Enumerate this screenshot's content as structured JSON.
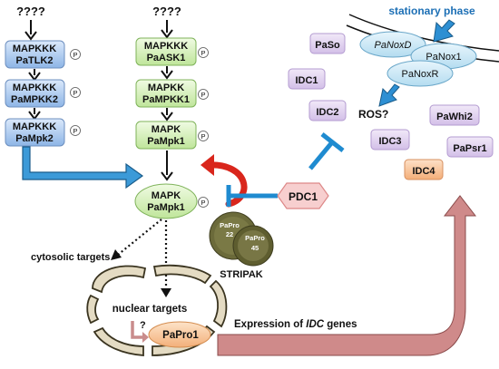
{
  "left_path": {
    "top": "????",
    "n1": {
      "l1": "MAPKKK",
      "l2": "PaTLK2"
    },
    "n2": {
      "l1": "MAPKKK",
      "l2": "PaMPKK2"
    },
    "n3": {
      "l1": "MAPKKK",
      "l2": "PaMpk2"
    }
  },
  "mid_path": {
    "top": "????",
    "n1": {
      "l1": "MAPKKK",
      "l2": "PaASK1"
    },
    "n2": {
      "l1": "MAPKK",
      "l2": "PaMPKK1"
    },
    "n3": {
      "l1": "MAPK",
      "l2": "PaMpk1"
    }
  },
  "center_node": {
    "l1": "MAPK",
    "l2": "PaMpk1"
  },
  "phospho": "P",
  "stripak": {
    "label": "STRIPAK",
    "sub1": {
      "l1": "PaPro",
      "l2": "22"
    },
    "sub2": {
      "l1": "PaPro",
      "l2": "45"
    }
  },
  "cytosolic_targets": "cytosolic targets",
  "nuclear_targets": "nuclear targets",
  "question": "?",
  "papro1": "PaPro1",
  "expression": {
    "prefix": "Expression of ",
    "italic": "IDC",
    "suffix": " genes"
  },
  "stationary_phase": "stationary phase",
  "noxd": "PaNoxD",
  "nox1": "PaNox1",
  "noxr": "PaNoxR",
  "ros": "ROS?",
  "pdc1": "PDC1",
  "boxes": {
    "paso": "PaSo",
    "idc1": "IDC1",
    "idc2": "IDC2",
    "idc3": "IDC3",
    "idc4": "IDC4",
    "pawhi2": "PaWhi2",
    "papsr1": "PaPsr1"
  },
  "colors": {
    "blue_node": "#a9c8ee",
    "green_node": "#d4efb5",
    "purple_box": "#e2d4ef",
    "orange_box": "#f9c9a0",
    "pdc_pink": "#f6c9c9",
    "nox_blue": "#c6e6f5",
    "arrow_blue": "#1f8bd0",
    "arrow_pink": "#cd8c8c",
    "stripak_olive": "#6e6a3a",
    "nucleus_beige": "#e6ddc6"
  }
}
